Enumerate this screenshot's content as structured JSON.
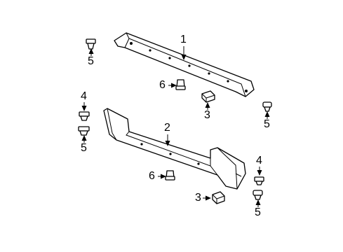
{
  "callouts": {
    "c1": "1",
    "c2": "2",
    "c3a": "3",
    "c3b": "3",
    "c4a": "4",
    "c4b": "4",
    "c5a": "5",
    "c5b": "5",
    "c5c": "5",
    "c5d": "5",
    "c6a": "6",
    "c6b": "6"
  }
}
